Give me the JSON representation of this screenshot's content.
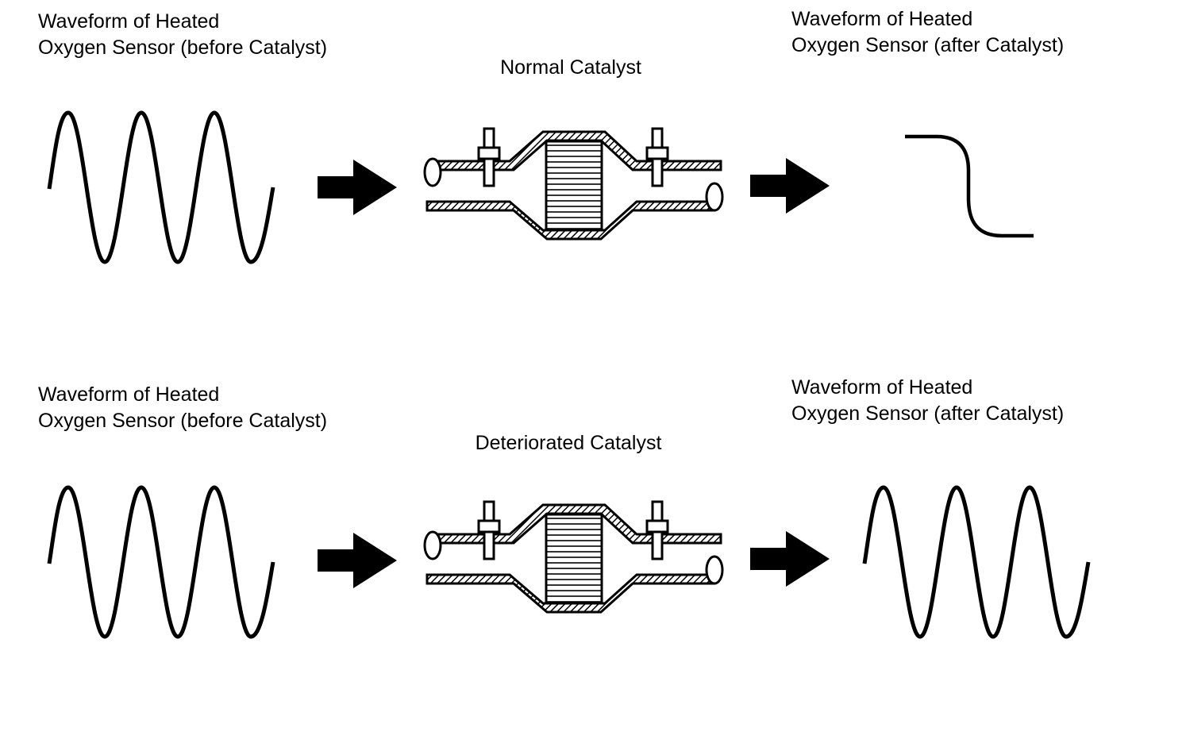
{
  "rows": [
    {
      "before_label": {
        "line1": "Waveform of Heated",
        "line2": "Oxygen Sensor (before Catalyst)"
      },
      "catalyst_label": "Normal Catalyst",
      "after_label": {
        "line1": "Waveform of Heated",
        "line2": "Oxygen Sensor (after Catalyst)"
      },
      "after_waveform": "flat-step"
    },
    {
      "before_label": {
        "line1": "Waveform of Heated",
        "line2": "Oxygen Sensor (before Catalyst)"
      },
      "catalyst_label": "Deteriorated Catalyst",
      "after_label": {
        "line1": "Waveform of Heated",
        "line2": "Oxygen Sensor (after Catalyst)"
      },
      "after_waveform": "oscillating"
    }
  ],
  "colors": {
    "ink": "#000000",
    "background": "#ffffff"
  }
}
